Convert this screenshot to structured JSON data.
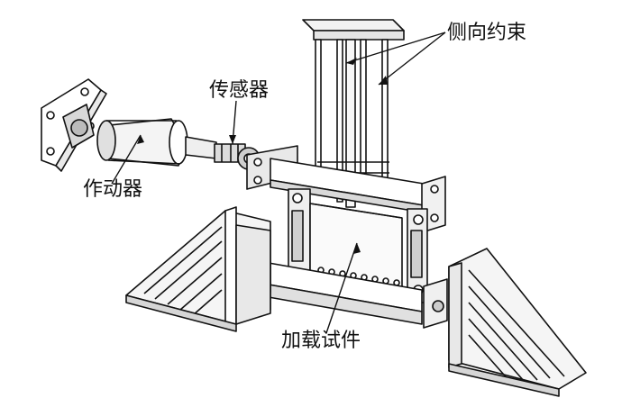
{
  "labels": {
    "lateral_constraint": "侧向约束",
    "sensor": "传感器",
    "actuator": "作动器",
    "loading_specimen": "加载试件"
  }
}
